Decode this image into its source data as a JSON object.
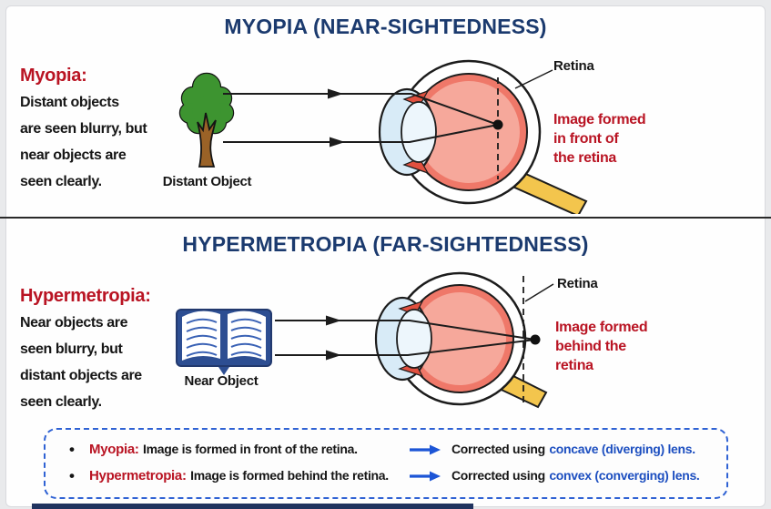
{
  "colors": {
    "title_navy": "#1b3a6e",
    "term_red": "#b91423",
    "link_blue": "#1d4fc0",
    "dashed_border_blue": "#2f62d4",
    "eye_ring_coral": "#ef7869",
    "eye_inner_salmon": "#f6a89b",
    "cornea_blue": "#d8ebf7",
    "optic_nerve_yellow": "#f3c54d",
    "tree_green": "#3d9430",
    "trunk_brown": "#9a6227",
    "book_blue": "#2d4e92"
  },
  "myopia": {
    "title": "MYOPIA (NEAR-SIGHTEDNESS)",
    "term": "Myopia:",
    "desc_lines": [
      "Distant objects",
      "are seen blurry, but",
      "near objects are",
      "seen clearly."
    ],
    "object_label": "Distant Object",
    "retina_label": "Retina",
    "note_lines": [
      "Image formed",
      "in front of",
      "the retina"
    ]
  },
  "hypermetropia": {
    "title": "HYPERMETROPIA (FAR-SIGHTEDNESS)",
    "term": "Hypermetropia:",
    "desc_lines": [
      "Near objects are",
      "seen blurry, but",
      "distant objects are",
      "seen clearly."
    ],
    "object_label": "Near Object",
    "retina_label": "Retina",
    "note_lines": [
      "Image formed",
      "behind the",
      "retina"
    ]
  },
  "summary": {
    "rows": [
      {
        "bullet": "•",
        "term": "Myopia:",
        "fact": "Image is formed in front of the retina.",
        "corrected": "Corrected using",
        "lens": "concave (diverging) lens."
      },
      {
        "bullet": "•",
        "term": "Hypermetropia:",
        "fact": "Image is formed behind the retina.",
        "corrected": "Corrected using",
        "lens": "convex (converging) lens."
      }
    ]
  }
}
